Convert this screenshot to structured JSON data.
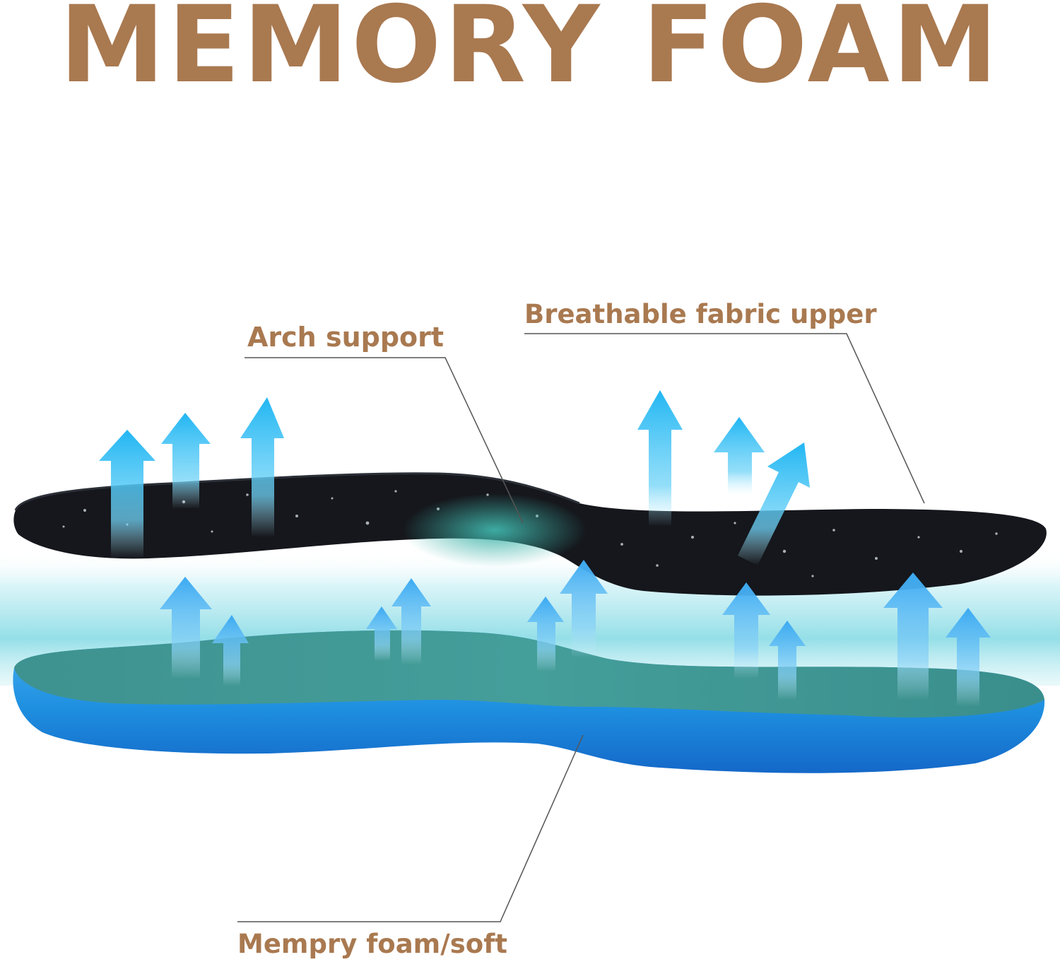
{
  "title": "MEMORY FOAM",
  "colors": {
    "brand": "#a97950",
    "upper_layer": "#15171c",
    "foam_top": "#3f9593",
    "foam_base": "#1e90e0",
    "arrow": "#29b8f0",
    "leader_line": "#555555"
  },
  "labels": {
    "arch_support": "Arch support",
    "fabric_upper": "Breathable fabric upper",
    "memory_foam": "Mempry foam/soft"
  },
  "icons": {
    "airflow": "up-arrow-icon"
  }
}
